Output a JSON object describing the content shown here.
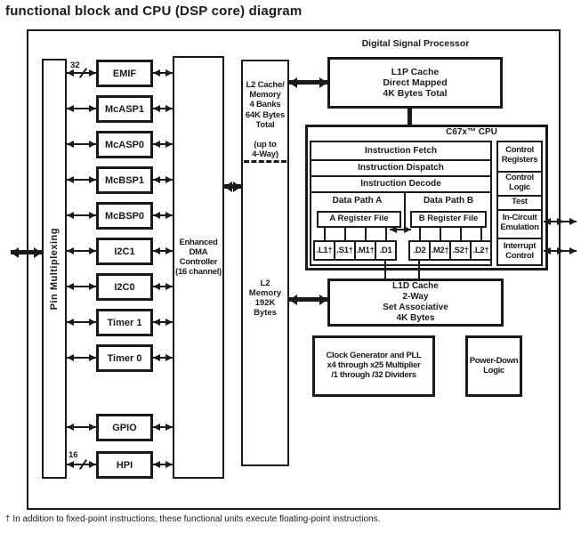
{
  "title": "functional block and CPU (DSP core) diagram",
  "footnote": "† In addition to fixed-point instructions, these functional units execute floating-point instructions.",
  "colors": {
    "line": "#1a1a1a",
    "background": "#ffffff"
  },
  "outer": {
    "dsp_label": "Digital Signal Processor"
  },
  "pin_mux": {
    "label": "Pin Multiplexing"
  },
  "peripherals": [
    {
      "label": "EMIF",
      "bus_width": "32"
    },
    {
      "label": "McASP1"
    },
    {
      "label": "McASP0"
    },
    {
      "label": "McBSP1"
    },
    {
      "label": "McBSP0"
    },
    {
      "label": "I2C1"
    },
    {
      "label": "I2C0"
    },
    {
      "label": "Timer 1"
    },
    {
      "label": "Timer 0"
    },
    {
      "label": "GPIO"
    },
    {
      "label": "HPI",
      "bus_width": "16"
    }
  ],
  "dma": {
    "label": "Enhanced\nDMA\nController\n(16 channel)"
  },
  "l2": {
    "cache_label": "L2 Cache/\nMemory\n4 Banks\n64K Bytes\nTotal\n\n(up to\n4-Way)",
    "memory_label": "L2\nMemory\n192K\nBytes"
  },
  "l1p": {
    "label": "L1P Cache\nDirect Mapped\n4K Bytes Total"
  },
  "l1d": {
    "label": "L1D Cache\n2-Way\nSet Associative\n4K Bytes"
  },
  "cpu": {
    "title": "C67x™ CPU",
    "pipeline": [
      "Instruction Fetch",
      "Instruction Dispatch",
      "Instruction Decode"
    ],
    "datapath_a": {
      "label": "Data Path A",
      "register_file": "A Register File",
      "units": [
        ".L1†",
        ".S1†",
        ".M1†",
        ".D1"
      ]
    },
    "datapath_b": {
      "label": "Data Path B",
      "register_file": "B Register File",
      "units": [
        ".D2",
        ".M2†",
        ".S2†",
        ".L2†"
      ]
    },
    "side_blocks": [
      "Control\nRegisters",
      "Control\nLogic",
      "Test",
      "In-Circuit\nEmulation",
      "Interrupt\nControl"
    ]
  },
  "clock": {
    "label": "Clock Generator and PLL\nx4 through x25 Multiplier\n/1 through /32 Dividers"
  },
  "power": {
    "label": "Power-Down\nLogic"
  }
}
